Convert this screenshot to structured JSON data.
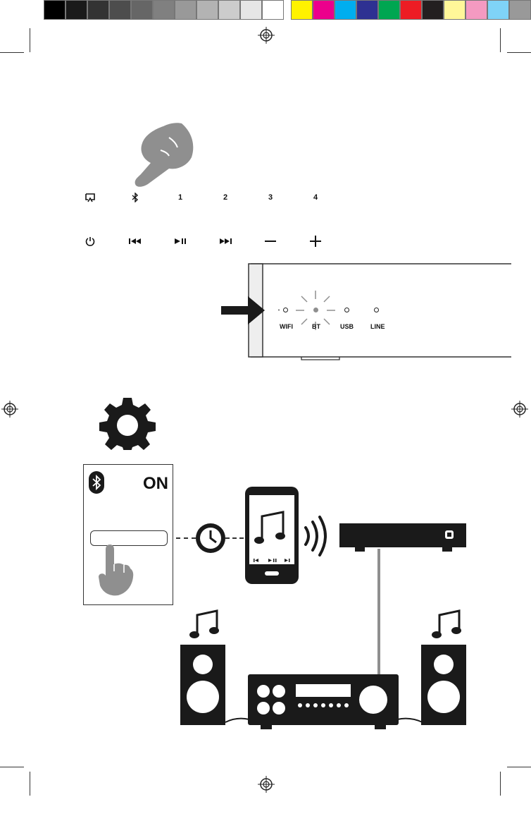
{
  "color_bar": {
    "grays": [
      "#000000",
      "#1a1a1a",
      "#333333",
      "#4d4d4d",
      "#666666",
      "#808080",
      "#999999",
      "#b3b3b3",
      "#cccccc",
      "#e6e6e6",
      "#ffffff"
    ],
    "colors": [
      "#fff200",
      "#ec008c",
      "#00aeef",
      "#2e3192",
      "#00a651",
      "#ed1c24",
      "#231f20",
      "#fff799",
      "#f49ac1",
      "#7fd3f7",
      "#999999"
    ]
  },
  "remote": {
    "row1": [
      {
        "name": "source-button",
        "icon": "source-icon"
      },
      {
        "name": "bluetooth-button",
        "icon": "bluetooth-icon"
      },
      {
        "name": "preset-1-button",
        "label": "1"
      },
      {
        "name": "preset-2-button",
        "label": "2"
      },
      {
        "name": "preset-3-button",
        "label": "3"
      },
      {
        "name": "preset-4-button",
        "label": "4"
      }
    ],
    "row2_icons": [
      "power-icon",
      "previous-icon",
      "play-pause-icon",
      "next-icon",
      "volume-down-icon",
      "volume-up-icon"
    ]
  },
  "device_panel": {
    "indicators": [
      "WIFI",
      "BT",
      "USB",
      "LINE"
    ],
    "active_indicator": "BT"
  },
  "phone_settings": {
    "bluetooth_state": "ON"
  },
  "icons": [
    "pointing-hand-icon",
    "arrow-right-icon",
    "gear-icon",
    "clock-icon",
    "music-note-icon",
    "wireless-signal-icon",
    "stream-box-icon",
    "speaker-icon",
    "amplifier-icon"
  ]
}
